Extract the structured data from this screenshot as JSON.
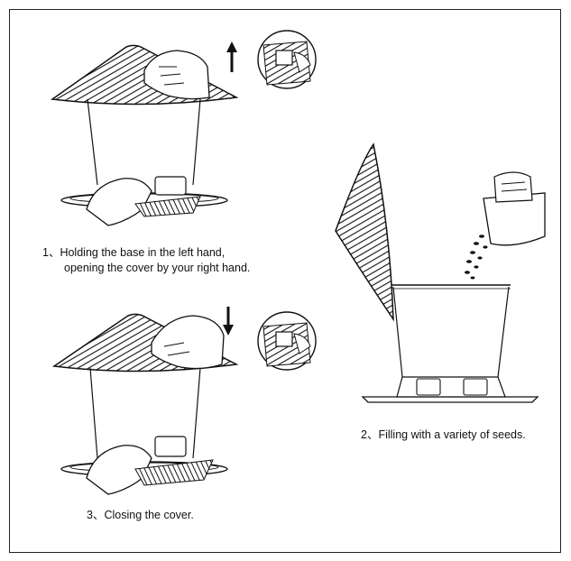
{
  "steps": [
    {
      "number": "1、",
      "line1": "Holding the base in the left hand,",
      "line2": "opening the cover by your right hand."
    },
    {
      "number": "2、",
      "line1": "Filling with a variety of seeds."
    },
    {
      "number": "3、",
      "line1": "Closing the cover."
    }
  ],
  "icons": {
    "up": "arrow-up-icon",
    "down": "arrow-down-icon"
  },
  "colors": {
    "ink": "#111111",
    "paper": "#ffffff"
  }
}
